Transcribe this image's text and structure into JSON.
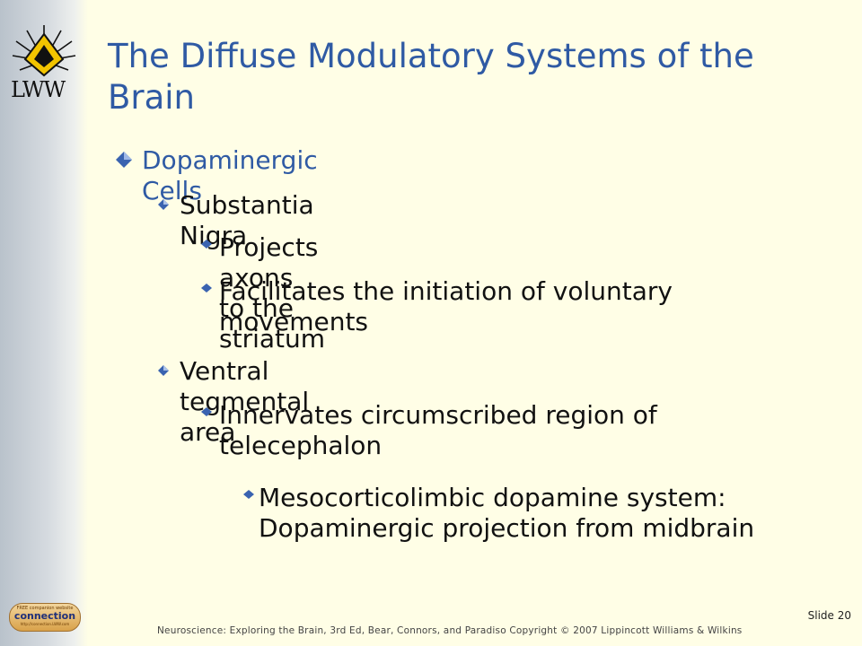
{
  "slide": {
    "title": "The Diffuse Modulatory Systems of the Brain",
    "bullets": [
      {
        "level": 1,
        "text": "Dopaminergic Cells"
      },
      {
        "level": 2,
        "text": "Substantia Nigra"
      },
      {
        "level": 3,
        "text": "Projects axons to the striatum"
      },
      {
        "level": 3,
        "text": "Facilitates the initiation of voluntary movements"
      },
      {
        "level": 2,
        "text": "Ventral tegmental area"
      },
      {
        "level": 3,
        "text": "Innervates circumscribed region of telecephalon"
      },
      {
        "level": 4,
        "text": "Mesocorticolimbic dopamine system: Dopaminergic projection from midbrain"
      }
    ],
    "slide_number": "Slide 20",
    "footer": "Neuroscience:  Exploring the Brain,  3rd Ed, Bear,  Connors,  and Paradiso  Copyright © 2007 Lippincott  Williams & Wilkins"
  },
  "logo": {
    "text": "LWW",
    "icon": "lww-starburst-logo-icon"
  },
  "badge": {
    "top": "FREE companion website",
    "main": "connection",
    "bottom": "http://connection.LWW.com"
  },
  "colors": {
    "background": "#fffee6",
    "title": "#2f5aa4",
    "level1_text": "#2f5aa4",
    "body_text": "#111111",
    "bullet": "#3a63b0"
  }
}
